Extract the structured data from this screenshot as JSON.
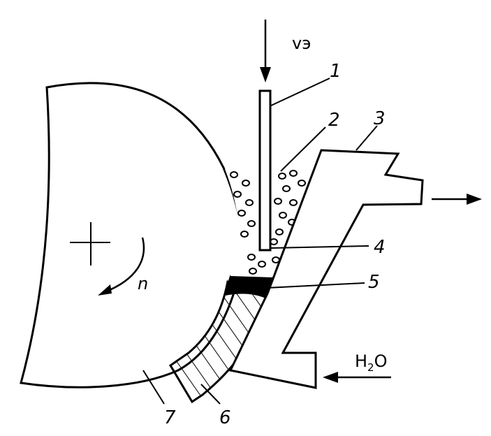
{
  "diagram": {
    "velocity_label": "vэ",
    "rotation_label": "n",
    "water_label_main": "H",
    "water_label_sub": "2",
    "water_label_end": "O",
    "callouts": [
      {
        "id": "electrode",
        "number": "1"
      },
      {
        "id": "flux",
        "number": "2"
      },
      {
        "id": "cooling-shoe",
        "number": "3"
      },
      {
        "id": "slag-pool",
        "number": "4"
      },
      {
        "id": "metal-pool",
        "number": "5"
      },
      {
        "id": "deposited-metal",
        "number": "6"
      },
      {
        "id": "part",
        "number": "7"
      }
    ]
  }
}
